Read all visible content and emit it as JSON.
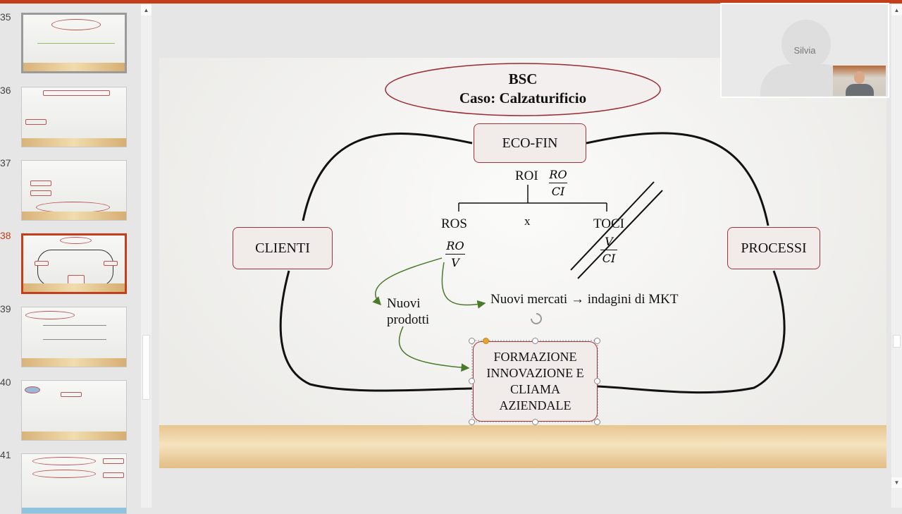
{
  "slide_panel": {
    "slides": [
      {
        "number": "35"
      },
      {
        "number": "36"
      },
      {
        "number": "37"
      },
      {
        "number": "38",
        "active": true
      },
      {
        "number": "39"
      },
      {
        "number": "40"
      },
      {
        "number": "41"
      }
    ]
  },
  "video": {
    "participant_name": "Silvia"
  },
  "slide": {
    "title_line1": "BSC",
    "title_line2": "Caso: Calzaturificio",
    "eco_fin": "ECO-FIN",
    "roi": "ROI",
    "roi_num": "RO",
    "roi_den": "CI",
    "ros": "ROS",
    "times": "x",
    "toci": "TOCI",
    "ros_num": "RO",
    "ros_den": "V",
    "toci_num": "V",
    "toci_den": "CI",
    "clienti": "CLIENTI",
    "processi": "PROCESSI",
    "nuovi_prodotti_1": "Nuovi",
    "nuovi_prodotti_2": "prodotti",
    "nuovi_mercati": "Nuovi mercati → indagini di MKT",
    "formazione": [
      "FORMAZIONE",
      "INNOVAZIONE E",
      "CLIAMA",
      "AZIENDALE"
    ]
  },
  "colors": {
    "accent": "#c43e1c",
    "box_border": "#a3333d",
    "arrow": "#4a7a2a"
  }
}
